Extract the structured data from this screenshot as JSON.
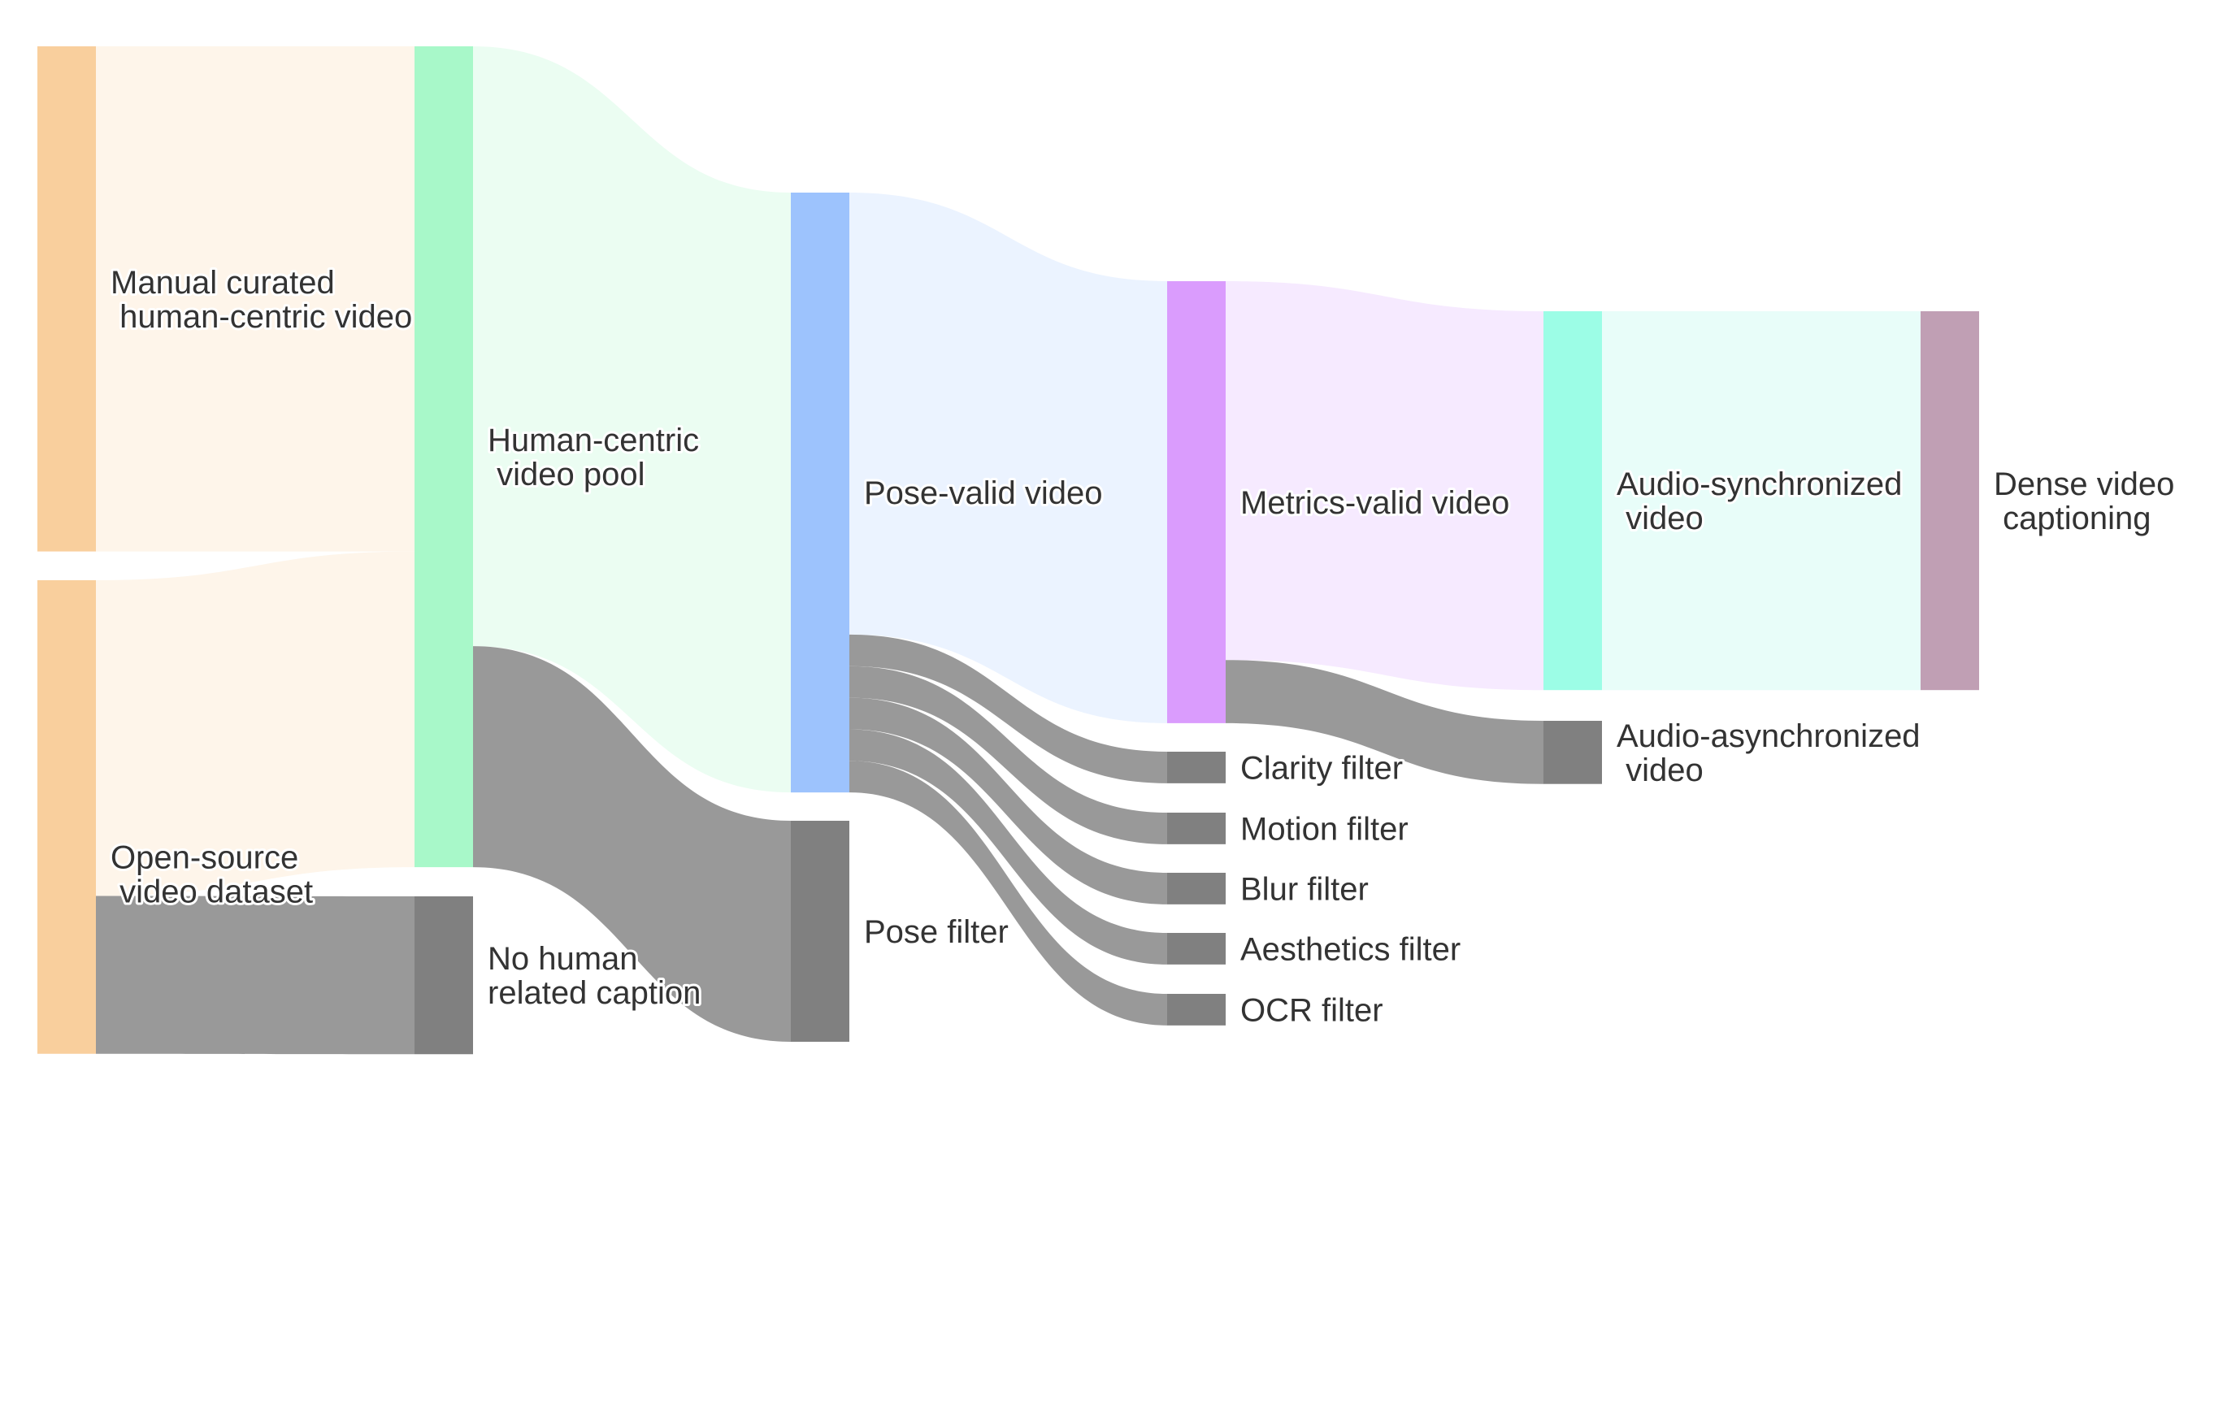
{
  "diagram": {
    "type": "sankey",
    "nodes": [
      {
        "id": "manual",
        "label_lines": [
          "Manual curated",
          " human-centric video"
        ],
        "color": "#f9cf9d"
      },
      {
        "id": "opensource",
        "label_lines": [
          "Open-source",
          " video dataset"
        ],
        "color": "#f9cf9d"
      },
      {
        "id": "pool",
        "label_lines": [
          "Human-centric",
          " video pool"
        ],
        "color": "#a8f8c9"
      },
      {
        "id": "nohuman",
        "label_lines": [
          "No human",
          "related caption"
        ],
        "color": "#808080"
      },
      {
        "id": "posevalid",
        "label_lines": [
          "Pose-valid video"
        ],
        "color": "#9dc3fd"
      },
      {
        "id": "posefilter",
        "label_lines": [
          "Pose filter"
        ],
        "color": "#808080"
      },
      {
        "id": "metrics",
        "label_lines": [
          "Metrics-valid video"
        ],
        "color": "#da9cfd"
      },
      {
        "id": "clarity",
        "label_lines": [
          "Clarity filter"
        ],
        "color": "#808080"
      },
      {
        "id": "motion",
        "label_lines": [
          "Motion filter"
        ],
        "color": "#808080"
      },
      {
        "id": "blur",
        "label_lines": [
          "Blur filter"
        ],
        "color": "#808080"
      },
      {
        "id": "aesthetics",
        "label_lines": [
          "Aesthetics filter"
        ],
        "color": "#808080"
      },
      {
        "id": "ocr",
        "label_lines": [
          "OCR filter"
        ],
        "color": "#808080"
      },
      {
        "id": "audiosync",
        "label_lines": [
          "Audio-synchronized",
          " video"
        ],
        "color": "#9cfde6"
      },
      {
        "id": "audioasync",
        "label_lines": [
          "Audio-asynchronized",
          " video"
        ],
        "color": "#808080"
      },
      {
        "id": "dense",
        "label_lines": [
          "Dense video",
          " captioning"
        ],
        "color": "#c09fb4"
      }
    ],
    "links": [
      {
        "source": "manual",
        "target": "pool",
        "value": 16,
        "color": "#fef5ea"
      },
      {
        "source": "opensource",
        "target": "pool",
        "value": 10,
        "color": "#fef5ea"
      },
      {
        "source": "opensource",
        "target": "nohuman",
        "value": 5,
        "color": "#999999"
      },
      {
        "source": "pool",
        "target": "posevalid",
        "value": 19,
        "color": "#ebfdf2"
      },
      {
        "source": "pool",
        "target": "posefilter",
        "value": 7,
        "color": "#999999"
      },
      {
        "source": "posevalid",
        "target": "metrics",
        "value": 14,
        "color": "#ebf3ff"
      },
      {
        "source": "posevalid",
        "target": "clarity",
        "value": 1,
        "color": "#999999"
      },
      {
        "source": "posevalid",
        "target": "motion",
        "value": 1,
        "color": "#999999"
      },
      {
        "source": "posevalid",
        "target": "blur",
        "value": 1,
        "color": "#999999"
      },
      {
        "source": "posevalid",
        "target": "aesthetics",
        "value": 1,
        "color": "#999999"
      },
      {
        "source": "posevalid",
        "target": "ocr",
        "value": 1,
        "color": "#999999"
      },
      {
        "source": "metrics",
        "target": "audiosync",
        "value": 12,
        "color": "#f6eaff"
      },
      {
        "source": "metrics",
        "target": "audioasync",
        "value": 2,
        "color": "#999999"
      },
      {
        "source": "audiosync",
        "target": "dense",
        "value": 12,
        "color": "#e8fdf9"
      }
    ]
  }
}
